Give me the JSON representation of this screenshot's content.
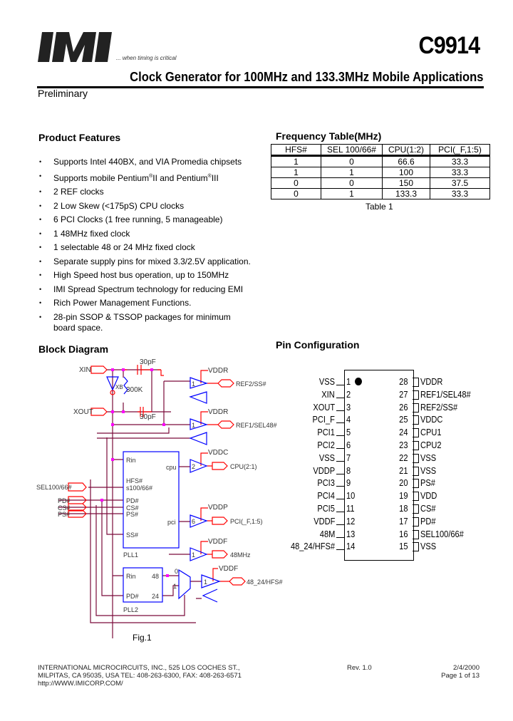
{
  "header": {
    "logo_text": "IMI",
    "tagline": "... when timing is critical",
    "part_number": "C9914",
    "subtitle": "Clock Generator for 100MHz and 133.3MHz Mobile Applications",
    "status": "Preliminary"
  },
  "features": {
    "title": "Product Features",
    "items": [
      "Supports Intel 440BX, and VIA Promedia chipsets",
      "Supports mobile Pentium",
      "2 REF clocks",
      "2 Low Skew (<175pS) CPU clocks",
      "6 PCI Clocks (1 free running, 5 manageable)",
      "1 48MHz fixed clock",
      "1 selectable 48 or 24 MHz fixed clock",
      "Separate supply pins for mixed 3.3/2.5V application.",
      "High Speed host bus operation, up to 150MHz",
      "IMI Spread Spectrum technology for reducing EMI",
      "Rich Power Management Functions.",
      "28-pin SSOP & TSSOP packages for minimum board space."
    ],
    "pentium_parts": {
      "mid": "II and Pentium",
      "end": "III",
      "reg": "®"
    }
  },
  "frequency_table": {
    "title": "Frequency Table(MHz)",
    "headers": [
      "HFS#",
      "SEL 100/66#",
      "CPU(1:2)",
      "PCI(_F,1:5)"
    ],
    "rows": [
      [
        "1",
        "0",
        "66.6",
        "33.3"
      ],
      [
        "1",
        "1",
        "100",
        "33.3"
      ],
      [
        "0",
        "0",
        "150",
        "37.5"
      ],
      [
        "0",
        "1",
        "133.3",
        "33.3"
      ]
    ],
    "caption": "Table 1"
  },
  "block_diagram": {
    "title": "Block Diagram",
    "caption": "Fig.1",
    "labels": {
      "xin": "XIN",
      "xout": "XOUT",
      "cap_top": "30pF",
      "cap_bottom": "30pF",
      "resistor": "300K",
      "xtal": "XB",
      "vddr1": "VDDR",
      "vddr2": "VDDR",
      "vddc": "VDDC",
      "vddp": "VDDP",
      "vddf1": "VDDF",
      "vddf2": "VDDF",
      "ref2": "REF2/SS#",
      "ref1": "REF1/SEL48#",
      "cpu_out": "CPU(2:1)",
      "pci_out": "PCI(_F,1:5)",
      "mhz48": "48MHz",
      "out_48_24": "48_24/HFS#",
      "sel": "SEL100/66#",
      "pd": "PD#",
      "cs": "CS#",
      "ps": "PS#",
      "pll1": "PLL1",
      "pll2": "PLL2",
      "rin": "Rin",
      "hfs": "HFS#",
      "s100": "s100/66#",
      "ss": "SS#",
      "cpu": "cpu",
      "pci": "pci",
      "n48": "48",
      "n24": "24",
      "buf1": "1",
      "buf2": "1",
      "buf_cpu": "2",
      "buf_pci": "6",
      "buf48": "1",
      "buf4824": "1",
      "mux0": "0",
      "mux1": "1"
    },
    "colors": {
      "wire": "#7a0a3a",
      "port": "#ff0000",
      "block": "#0000ff",
      "node": "#ff00ff"
    }
  },
  "pin_config": {
    "title": "Pin Configuration",
    "left": [
      {
        "num": "1",
        "name": "VSS"
      },
      {
        "num": "2",
        "name": "XIN"
      },
      {
        "num": "3",
        "name": "XOUT"
      },
      {
        "num": "4",
        "name": "PCI_F"
      },
      {
        "num": "5",
        "name": "PCI1"
      },
      {
        "num": "6",
        "name": "PCI2"
      },
      {
        "num": "7",
        "name": "VSS"
      },
      {
        "num": "8",
        "name": "VDDP"
      },
      {
        "num": "9",
        "name": "PCI3"
      },
      {
        "num": "10",
        "name": "PCI4"
      },
      {
        "num": "11",
        "name": "PCI5"
      },
      {
        "num": "12",
        "name": "VDDF"
      },
      {
        "num": "13",
        "name": "48M"
      },
      {
        "num": "14",
        "name": "48_24/HFS#"
      }
    ],
    "right": [
      {
        "num": "28",
        "name": "VDDR"
      },
      {
        "num": "27",
        "name": "REF1/SEL48#"
      },
      {
        "num": "26",
        "name": "REF2/SS#"
      },
      {
        "num": "25",
        "name": "VDDC"
      },
      {
        "num": "24",
        "name": "CPU1"
      },
      {
        "num": "23",
        "name": "CPU2"
      },
      {
        "num": "22",
        "name": "VSS"
      },
      {
        "num": "21",
        "name": "VSS"
      },
      {
        "num": "20",
        "name": "PS#"
      },
      {
        "num": "19",
        "name": "VDD"
      },
      {
        "num": "18",
        "name": "CS#"
      },
      {
        "num": "17",
        "name": "PD#"
      },
      {
        "num": "16",
        "name": "SEL100/66#"
      },
      {
        "num": "15",
        "name": "VSS"
      }
    ]
  },
  "footer": {
    "line1": "INTERNATIONAL MICROCIRCUITS, INC., 525 LOS COCHES ST.,",
    "line2": "MILPITAS, CA 95035, USA TEL: 408-263-6300,  FAX: 408-263-6571",
    "line3": "http://WWW.IMICORP.COM/",
    "rev": "Rev. 1.0",
    "date": "2/4/2000",
    "page": "Page 1 of 13"
  }
}
